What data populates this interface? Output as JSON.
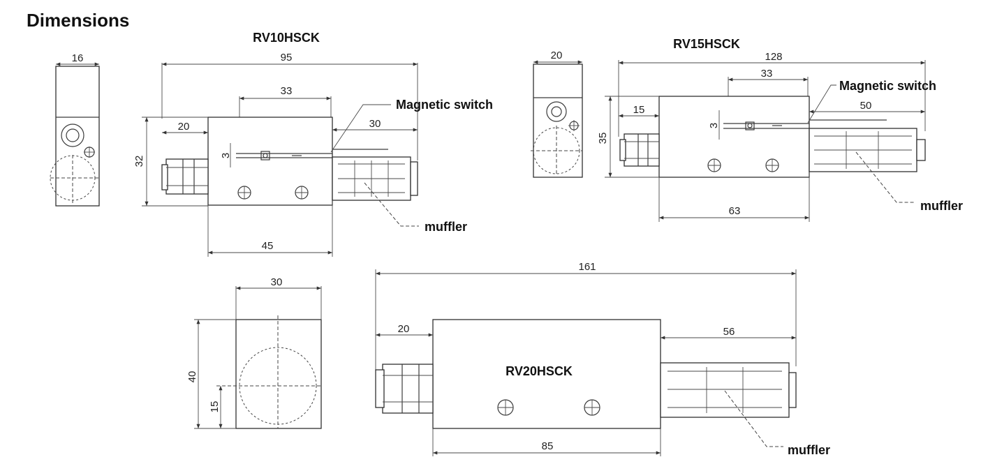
{
  "heading": "Dimensions",
  "rv10": {
    "model": "RV10HSCK",
    "dims": {
      "side_width": "16",
      "total_length": "95",
      "switch_span": "33",
      "height": "32",
      "fitting_length": "20",
      "muffler_length": "30",
      "switch_offset": "3",
      "body_length": "45"
    },
    "magnetic_switch_label": "Magnetic switch",
    "muffler_label": "muffler"
  },
  "rv15": {
    "model": "RV15HSCK",
    "dims": {
      "side_width": "20",
      "total_length": "128",
      "switch_span": "33",
      "height": "35",
      "fitting_length": "15",
      "muffler_length": "50",
      "switch_offset": "3",
      "body_length": "63"
    },
    "magnetic_switch_label": "Magnetic switch",
    "muffler_label": "muffler"
  },
  "rv20": {
    "model": "RV20HSCK",
    "dims": {
      "side_width": "30",
      "height": "40",
      "port_height": "15",
      "total_length": "161",
      "fitting_length": "20",
      "muffler_length": "56",
      "body_length": "85"
    },
    "muffler_label": "muffler"
  }
}
